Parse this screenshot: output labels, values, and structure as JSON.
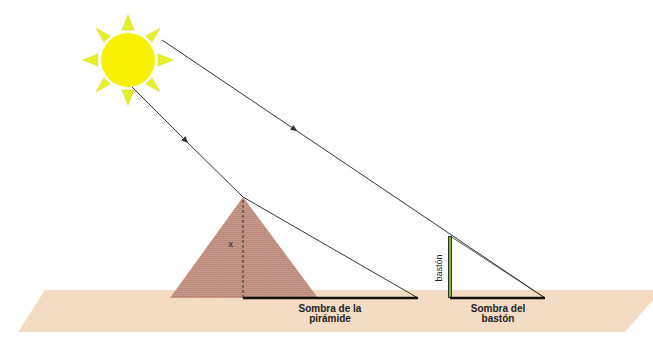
{
  "diagram": {
    "labels": [
      "x",
      "bastón",
      "Sombra de la pirámide",
      "Sombra del bastón"
    ]
  }
}
